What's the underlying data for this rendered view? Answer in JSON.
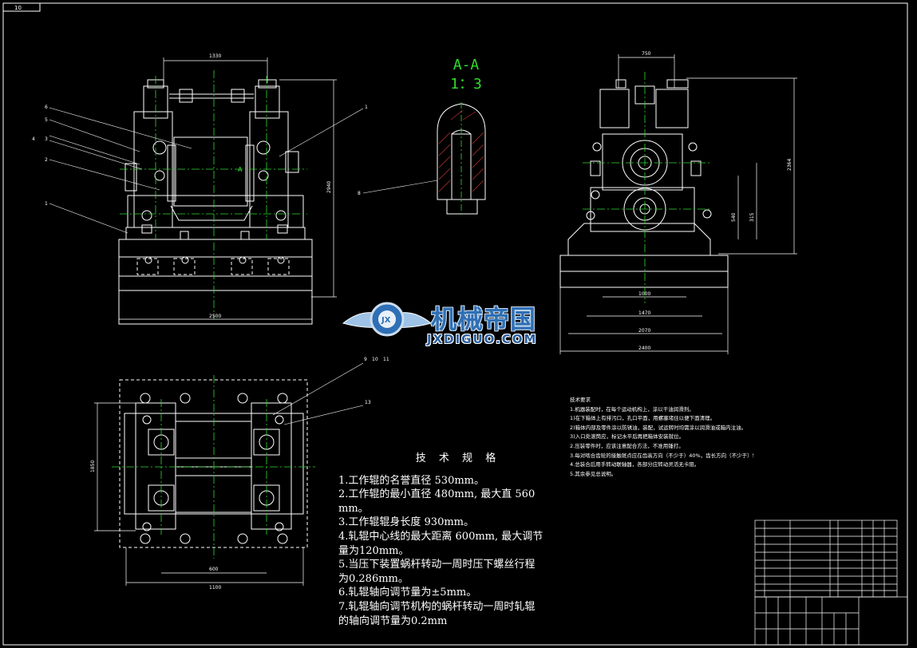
{
  "drawing": {
    "frame_tag": "10",
    "section_label": "A-A",
    "section_scale": "1：3",
    "dims_front": {
      "top": "1330",
      "bottom": "2500",
      "right": "2940"
    },
    "dims_side": {
      "top": "750",
      "right": "2364",
      "mid_a": "315",
      "mid_b": "540",
      "bottom": [
        "1000",
        "1470",
        "2070",
        "2400"
      ]
    },
    "dims_plan": {
      "bottom": "1100",
      "inner": "600",
      "left": "1850"
    },
    "balloons_front": [
      "6",
      "5",
      "4",
      "3",
      "2",
      "1"
    ],
    "balloon_right": "1",
    "balloon_section": "8",
    "balloons_plan": [
      "9",
      "10",
      "11",
      "13"
    ],
    "section_mark": "A"
  },
  "logo": {
    "main": "机械帝国",
    "sub": "JXDIGUO.COM",
    "badge": "JX"
  },
  "spec": {
    "title": "技 术 规 格",
    "lines": [
      "1.工作辊的名誉直径 530mm。",
      "2.工作辊的最小直径 480mm, 最大直 560",
      "mm。",
      "3.工作辊辊身长度 930mm。",
      "4.轧辊中心线的最大距离 600mm, 最大调节",
      "量为120mm。",
      "5.当压下装置蜗杆转动一周时压下螺丝行程",
      "为0.286mm。",
      "6.轧辊轴向调节量为±5mm。",
      "7.轧辊轴向调节机构的蜗杆转动一周时轧辊",
      "的轴向调节量为0.2mm"
    ]
  },
  "notes": {
    "title": "技术要求",
    "lines": [
      "1.机器装配时，在每个运动机构上，涂以干油润滑剂。",
      "1)在下箱体上有排污口，孔口平面，用螺塞堵住以便下面清理。",
      "2)箱体内部及零件涂以防锈油，装配，试运转时均需涂以润滑油或箱内注油。",
      "3)入口处滚筒应，标记水平后再把箱体安装就位。",
      "2.压装零件时，应该注意配合方法，不准用锤打。",
      "3.每对啮合齿轮的接触斑点应在齿高方向（不少于）40%，齿长方向（不少于）50%。",
      "4.总装合后用手转动联轴器，各部分应转动灵活无卡阻。",
      "5.其余参见总说明。"
    ]
  },
  "colors": {
    "background": "#000000",
    "line": "#ffffff",
    "centerline": "#2fdc2f",
    "dimension": "#ffffff",
    "logo": "#2f6fb5"
  }
}
